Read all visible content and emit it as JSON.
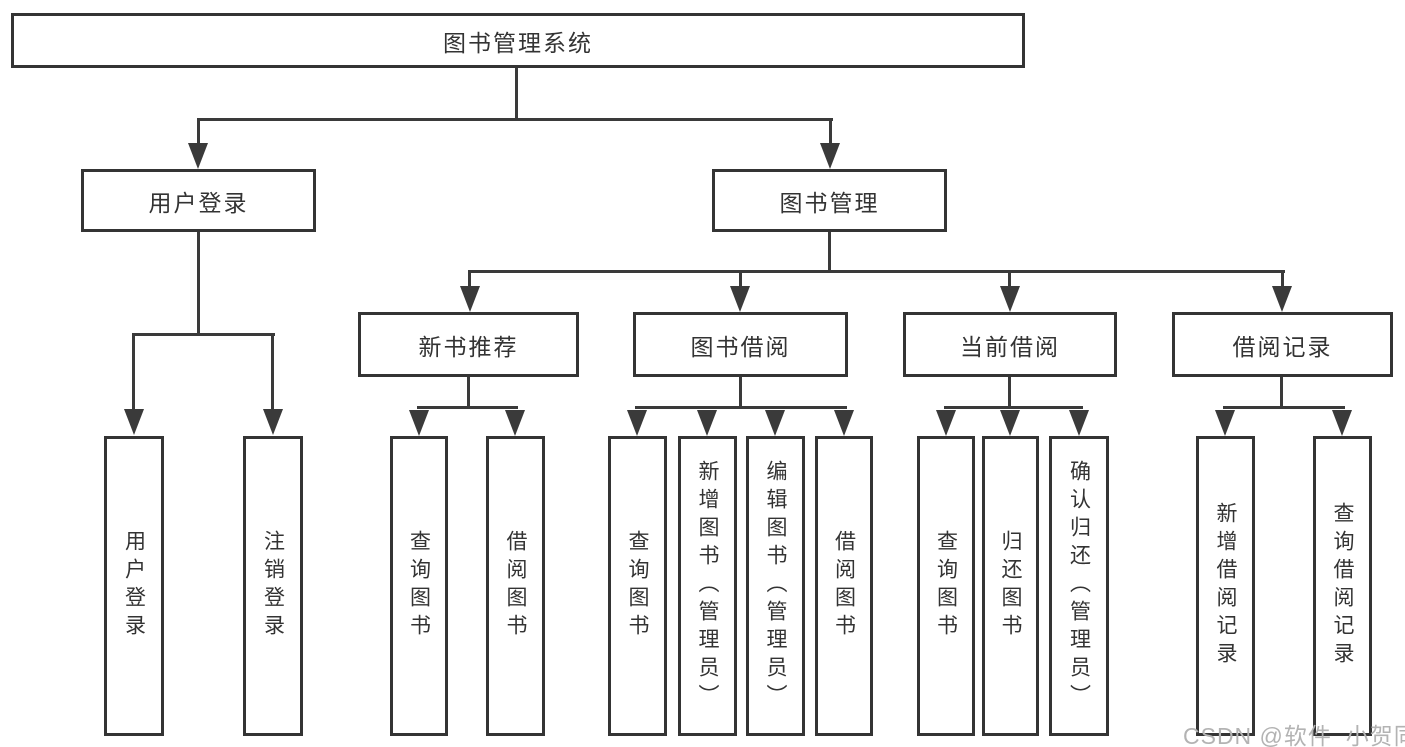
{
  "diagram": {
    "title": "图书管理系统",
    "root": {
      "label": "图书管理系统"
    },
    "level1": [
      {
        "label": "用户登录"
      },
      {
        "label": "图书管理"
      }
    ],
    "level2": [
      {
        "label": "新书推荐"
      },
      {
        "label": "图书借阅"
      },
      {
        "label": "当前借阅"
      },
      {
        "label": "借阅记录"
      }
    ],
    "leaves": {
      "user_login": [
        "用户登录",
        "注销登录"
      ],
      "new_book": [
        "查询图书",
        "借阅图书"
      ],
      "book_borrow": [
        "查询图书",
        "新增图书（管理员）",
        "编辑图书（管理员）",
        "借阅图书"
      ],
      "current_borrow": [
        "查询图书",
        "归还图书",
        "确认归还（管理员）"
      ],
      "borrow_record": [
        "新增借阅记录",
        "查询借阅记录"
      ]
    }
  },
  "watermark": "CSDN @软件_小贺同学",
  "colors": {
    "line": "#3a3a3a",
    "border": "#343434",
    "text": "#333333",
    "watermark": "#b3b3b3",
    "background": "#ffffff"
  }
}
